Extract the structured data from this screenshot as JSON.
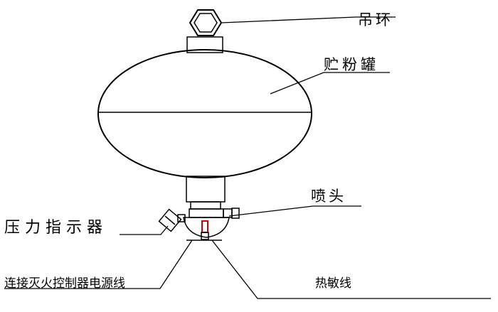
{
  "labels": {
    "hanging_ring": "吊环",
    "powder_tank": "贮粉罐",
    "nozzle": "喷头",
    "pressure_indicator": "压力指示器",
    "controller_power_cable": "连接灭火控制器电源线",
    "heat_sensitive_wire": "热敏线"
  },
  "colors": {
    "stroke": "#000000",
    "highlight": "#cc0000",
    "background": "#ffffff"
  }
}
